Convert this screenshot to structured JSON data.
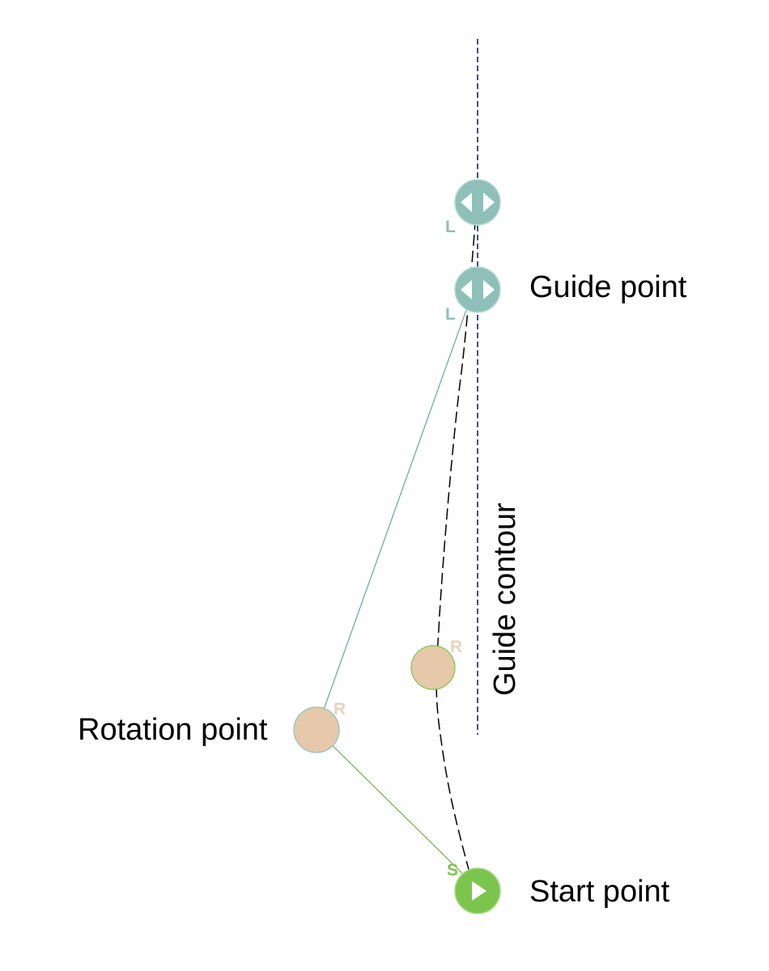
{
  "labels": {
    "guide_point": "Guide point",
    "guide_contour": "Guide contour",
    "rotation_point": "Rotation point",
    "start_point": "Start point"
  },
  "markers": {
    "guide_1_letter": "L",
    "guide_2_letter": "L",
    "rotation_1_letter": "R",
    "rotation_2_letter": "R",
    "start_letter": "S"
  },
  "colors": {
    "guide_contour": "#2f5597",
    "guide_marker": "#8fbfb9",
    "guide_connector": "#5fa9a0",
    "rotation_marker": "#e6c9ab",
    "rotation_letter": "#e8d2bc",
    "start_marker": "#7cc54d",
    "start_connector": "#70ad47",
    "path": "#000000"
  },
  "icons": {
    "guide_marker": "double-arrow-icon",
    "start_marker": "play-icon"
  }
}
